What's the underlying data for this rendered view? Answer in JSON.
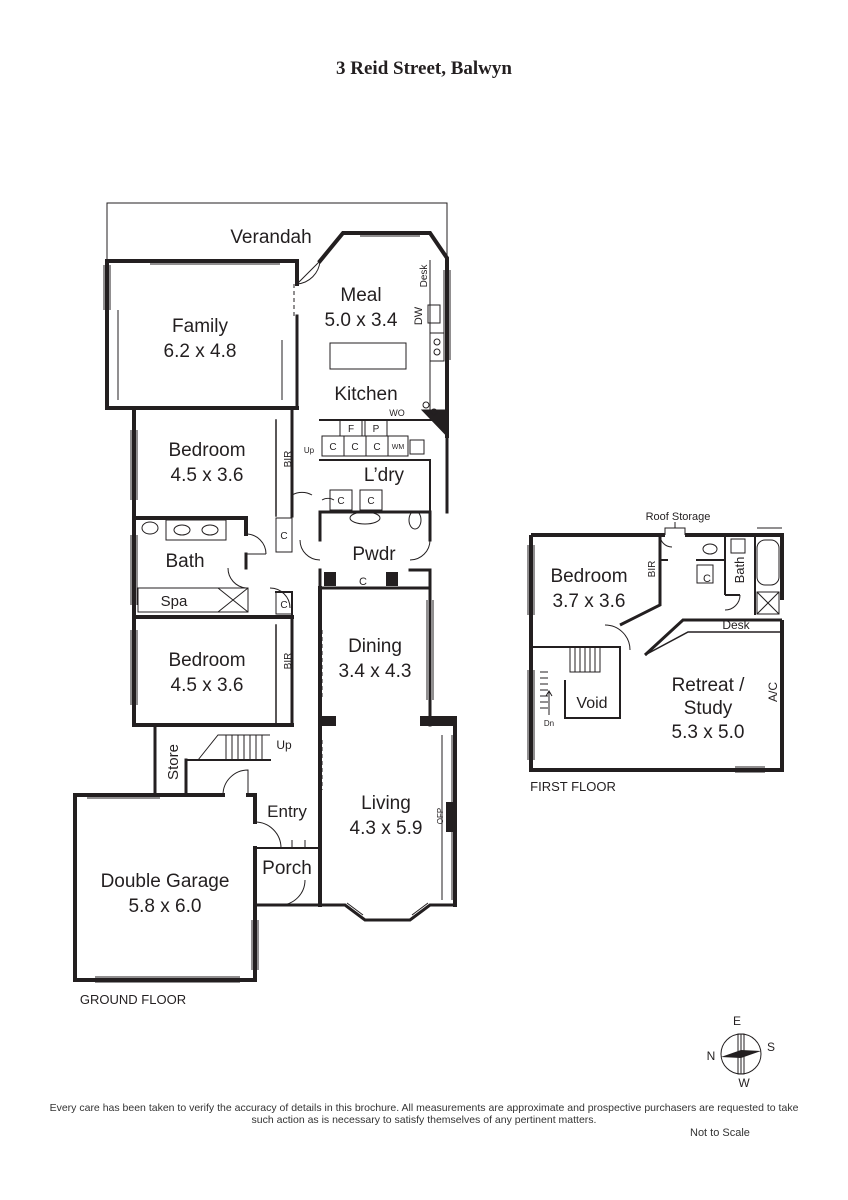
{
  "title": "3 Reid Street, Balwyn",
  "ground_floor": {
    "label": "GROUND FLOOR",
    "verandah": "Verandah",
    "family": {
      "name": "Family",
      "dims": "6.2 x 4.8"
    },
    "meal": {
      "name": "Meal",
      "dims": "5.0 x 3.4"
    },
    "kitchen": "Kitchen",
    "bedroom1": {
      "name": "Bedroom",
      "dims": "4.5 x 3.6"
    },
    "bedroom2": {
      "name": "Bedroom",
      "dims": "4.5 x 3.6"
    },
    "laundry": "L’dry",
    "bath": "Bath",
    "spa": "Spa",
    "powder": "Pwdr",
    "dining": {
      "name": "Dining",
      "dims": "3.4 x 4.3"
    },
    "living": {
      "name": "Living",
      "dims": "4.3 x 5.9"
    },
    "store": "Store",
    "entry": "Entry",
    "porch": "Porch",
    "garage": {
      "name": "Double Garage",
      "dims": "5.8 x 6.0"
    },
    "small_labels": {
      "bir": "BIR",
      "c": "C",
      "f": "F",
      "p": "P",
      "wo": "WO",
      "wm": "WM",
      "dw": "DW",
      "desk": "Desk",
      "up": "Up",
      "ofp": "OFP"
    }
  },
  "first_floor": {
    "label": "FIRST FLOOR",
    "roof_storage": "Roof Storage",
    "bedroom": {
      "name": "Bedroom",
      "dims": "3.7 x 3.6"
    },
    "bath": "Bath",
    "desk": "Desk",
    "retreat": {
      "name": "Retreat /",
      "name2": "Study",
      "dims": "5.3 x 5.0"
    },
    "void": "Void",
    "ac": "A/C",
    "dn": "Dn",
    "bir": "BIR",
    "c": "C"
  },
  "compass": {
    "n": "N",
    "e": "E",
    "s": "S",
    "w": "W"
  },
  "disclaimer": "Every care has been taken to verify the accuracy of details in this brochure. All measurements are approximate and prospective purchasers are requested to take such action as is necessary to satisfy themselves of any pertinent matters.",
  "not_to_scale": "Not to Scale"
}
